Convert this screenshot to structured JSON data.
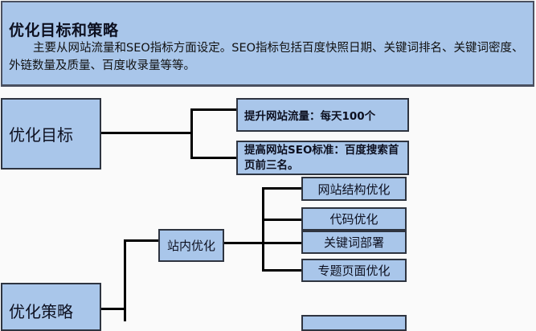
{
  "header": {
    "title": "优化目标和策略",
    "description": "主要从网站流量和SEO指标方面设定。SEO指标包括百度快照日期、关键词排名、关键词密度、外链数量及质量、百度收录量等等。"
  },
  "tree": {
    "goal": {
      "label": "优化目标",
      "children": [
        {
          "label": "提升网站流量：每天100个"
        },
        {
          "label": "提高网站SEO标准：百度搜索首页前三名。"
        }
      ]
    },
    "strategy": {
      "label": "优化策略",
      "children": [
        {
          "label": "站内优化",
          "children": [
            {
              "label": "网站结构优化"
            },
            {
              "label": "代码优化"
            },
            {
              "label": "关键词部署"
            },
            {
              "label": "专题页面优化"
            }
          ]
        }
      ]
    }
  },
  "colors": {
    "box_fill": "#a9c6ea",
    "border": "#2e3440",
    "connector": "#000000",
    "background": "#fafafa"
  }
}
